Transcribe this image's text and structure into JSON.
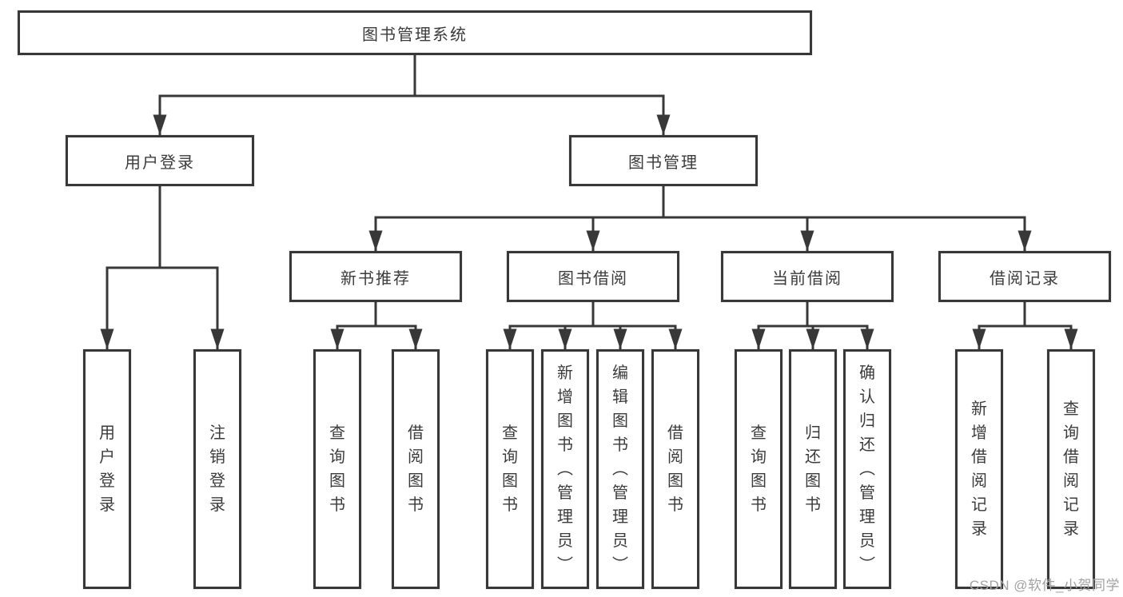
{
  "nodes": {
    "root": "图书管理系统",
    "level2": [
      "用户登录",
      "图书管理"
    ],
    "level3": [
      "新书推荐",
      "图书借阅",
      "当前借阅",
      "借阅记录"
    ],
    "leaves_user": [
      "用户登录",
      "注销登录"
    ],
    "leaves_newbook": [
      "查询图书",
      "借阅图书"
    ],
    "leaves_borrow": [
      "查询图书",
      "新增图书（管理员）",
      "编辑图书（管理员）",
      "借阅图书"
    ],
    "leaves_current": [
      "查询图书",
      "归还图书",
      "确认归还（管理员）"
    ],
    "leaves_records": [
      "新增借阅记录",
      "查询借阅记录"
    ]
  },
  "watermark": "CSDN @软件_小贺同学",
  "colors": {
    "line": "#383838",
    "text": "#3b3b3b",
    "box_background": "#ffffff",
    "watermark": "#a2a2a2"
  }
}
